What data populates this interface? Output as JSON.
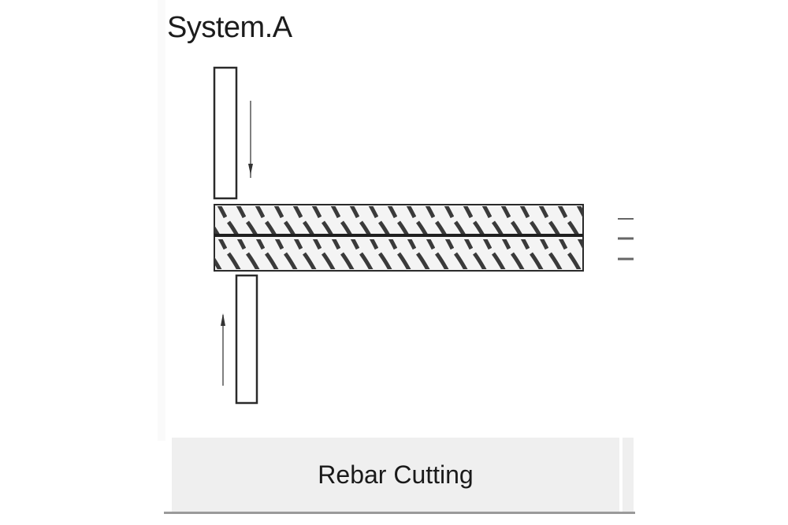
{
  "panel": {
    "title": "System.A",
    "caption": "Rebar Cutting"
  },
  "diagram": {
    "icons": [
      "upper-blade",
      "lower-blade",
      "rebar",
      "down-arrow",
      "up-arrow",
      "section-marks"
    ]
  },
  "colors": {
    "stroke": "#2a2a2a",
    "caption_bg": "#efefef",
    "rebar_rib": "#555555"
  }
}
